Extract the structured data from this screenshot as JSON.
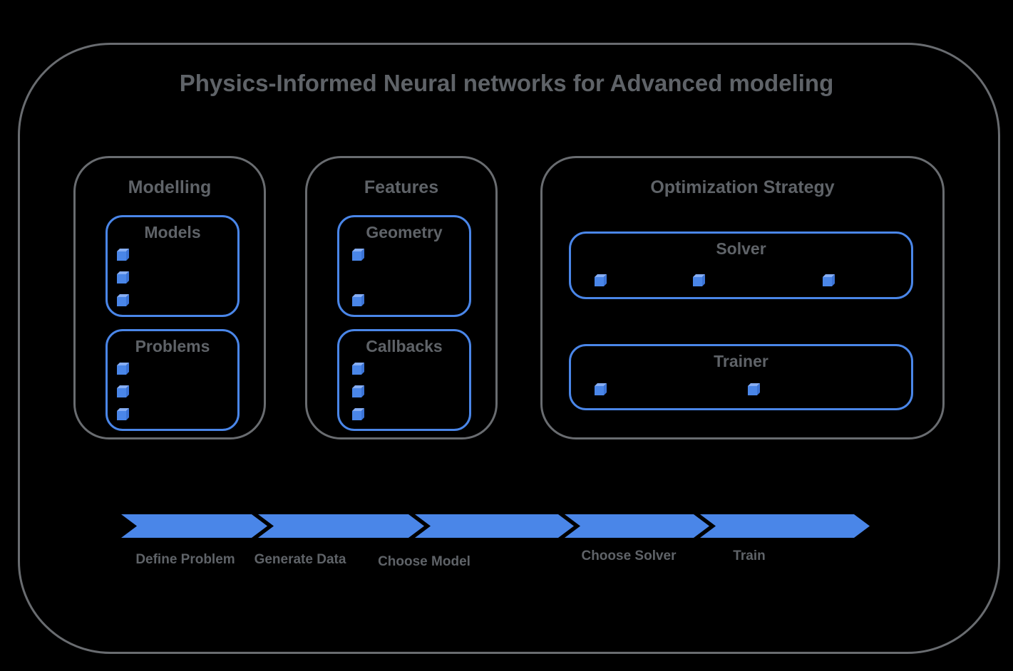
{
  "title": "Physics-Informed Neural networks for Advanced modeling",
  "sections": {
    "modelling": {
      "label": "Modelling",
      "boxes": {
        "models": {
          "label": "Models",
          "bullet_count": 3
        },
        "problems": {
          "label": "Problems",
          "bullet_count": 3
        }
      }
    },
    "features": {
      "label": "Features",
      "boxes": {
        "geometry": {
          "label": "Geometry",
          "bullet_count": 2
        },
        "callbacks": {
          "label": "Callbacks",
          "bullet_count": 3
        }
      }
    },
    "optimization": {
      "label": "Optimization Strategy",
      "boxes": {
        "solver": {
          "label": "Solver",
          "bullet_count": 3
        },
        "trainer": {
          "label": "Trainer",
          "bullet_count": 2
        }
      }
    }
  },
  "flow": {
    "steps": [
      "Define Problem",
      "Generate Data",
      "Choose Model",
      "Choose Solver",
      "Train"
    ]
  },
  "colors": {
    "background": "#000000",
    "accent_blue": "#4a86e8",
    "cube_top_blue": "#87aef4",
    "cube_side_blue": "#3c74d6",
    "border_gray": "#696c70",
    "text_gray": "#5f6368"
  },
  "icons": {
    "bullet": "cube-icon"
  }
}
